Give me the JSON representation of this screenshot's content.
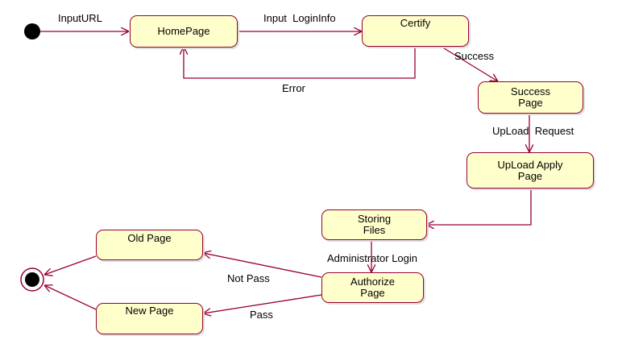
{
  "states": {
    "homepage": "HomePage",
    "certify": "Certify",
    "success_page": "Success\nPage",
    "upload_apply_page": "UpLoad Apply\nPage",
    "storing_files": "Storing\nFiles",
    "authorize_page": "Authorize\nPage",
    "old_page": "Old Page",
    "new_page": "New Page"
  },
  "transitions": {
    "input_url": "InputURL",
    "input_logininfo": "Input  LoginInfo",
    "success": "Success",
    "error": "Error",
    "upload_request": "UpLoad  Request",
    "administrator_login": "Administrator Login",
    "not_pass": "Not Pass",
    "pass": "Pass"
  },
  "colors": {
    "state_fill": "#ffffcc",
    "state_border": "#990033",
    "line": "#990033"
  }
}
